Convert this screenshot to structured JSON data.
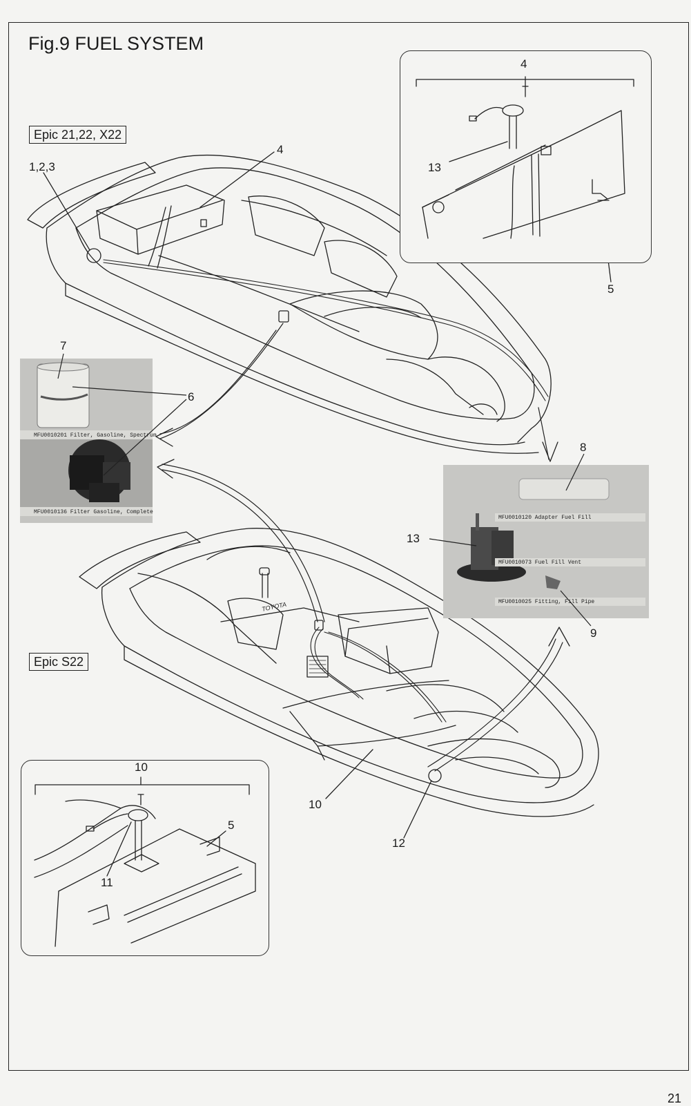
{
  "figure": {
    "title": "Fig.9 FUEL SYSTEM",
    "page_number": "21"
  },
  "models": {
    "upper": "Epic 21,22, X22",
    "lower": "Epic S22"
  },
  "callouts": {
    "upper_1_2_3": "1,2,3",
    "upper_4": "4",
    "inset_top_4": "4",
    "inset_top_13": "13",
    "inset_top_5": "5",
    "photo_left_7": "7",
    "photo_left_6": "6",
    "photo_right_8": "8",
    "photo_right_13": "13",
    "photo_right_9": "9",
    "inset_bottom_10": "10",
    "inset_bottom_5": "5",
    "inset_bottom_11": "11",
    "lower_10": "10",
    "lower_12": "12"
  },
  "photo_captions": {
    "left_filter": "MFU0010201   Filter, Gasoline, Spectrum",
    "left_element": "MFU0010136   Filter Gasoline, Complete",
    "right_top": "MFU0010120   Adapter Fuel Fill",
    "right_mid": "MFU0010073   Fuel Fill Vent",
    "right_bot": "MFU0010025   Fitting, Fill Pipe"
  },
  "deck_logo": "TOYOTA",
  "colors": {
    "line": "#222222",
    "paper": "#f4f4f2",
    "photo_bg": "#b9b9b6"
  }
}
